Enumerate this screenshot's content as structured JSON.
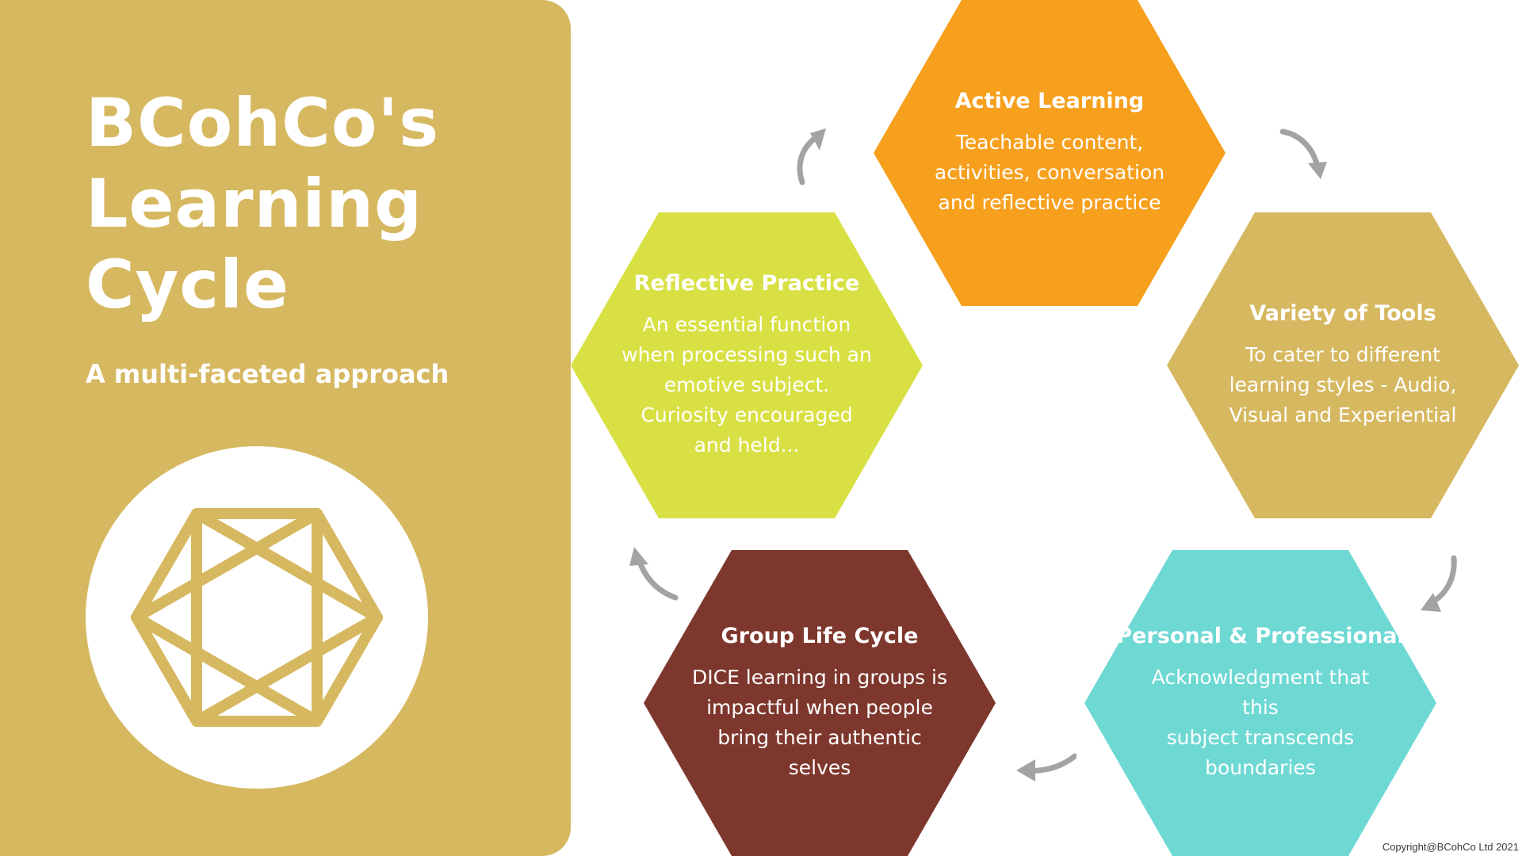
{
  "panel": {
    "title_lines": [
      "BCohCo's",
      "Learning",
      "Cycle"
    ],
    "subtitle": "A multi-faceted approach",
    "color": "#d6b860",
    "logo_icon": "star-hexagon-logo-icon"
  },
  "cycle": [
    {
      "id": "active-learning",
      "title": "Active Learning",
      "lines": [
        "Teachable content,",
        "activities, conversation",
        "and reflective practice"
      ],
      "color": "#f7a01e"
    },
    {
      "id": "variety-of-tools",
      "title": "Variety of Tools",
      "lines": [
        "To cater to different",
        "learning styles - Audio,",
        "Visual and Experiential"
      ],
      "color": "#d6b860"
    },
    {
      "id": "personal-professional",
      "title": "Personal & Professional",
      "lines": [
        "Acknowledgment that",
        "this",
        "subject transcends",
        "boundaries"
      ],
      "color": "#6ed8d3"
    },
    {
      "id": "group-life-cycle",
      "title": "Group Life Cycle",
      "lines": [
        "DICE learning in groups is",
        "impactful when people",
        "bring their authentic",
        "selves"
      ],
      "color": "#7e372d"
    },
    {
      "id": "reflective-practice",
      "title": "Reflective Practice",
      "lines": [
        "An essential function",
        "when processing such an",
        "emotive subject.",
        "Curiosity encouraged",
        "and held..."
      ],
      "color": "#d8e044"
    }
  ],
  "arrow_color": "#a3a3a3",
  "copyright": "Copyright@BCohCo Ltd 2021"
}
